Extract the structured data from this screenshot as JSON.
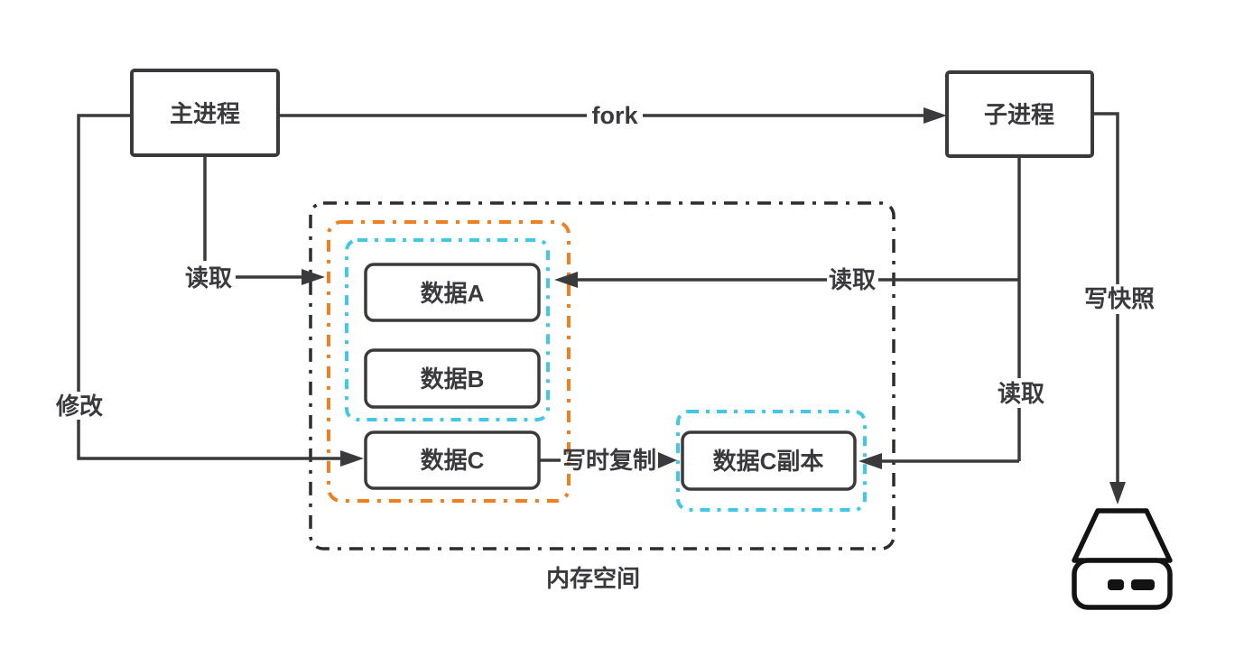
{
  "colors": {
    "line": "#3a3a3c",
    "text": "#3a3a3c",
    "memory_border": "#2c2c2e",
    "parent_region_border": "#f0801f",
    "shared_region_border": "#40c8e8",
    "disk_icon": "#131313",
    "background": "#ffffff"
  },
  "nodes": {
    "main_process": {
      "label": "主进程"
    },
    "child_process": {
      "label": "子进程"
    },
    "data_a": {
      "label": "数据A"
    },
    "data_b": {
      "label": "数据B"
    },
    "data_c": {
      "label": "数据C"
    },
    "data_c_copy": {
      "label": "数据C副本"
    }
  },
  "edges": {
    "fork": {
      "label": "fork"
    },
    "read_main": {
      "label": "读取"
    },
    "modify": {
      "label": "修改"
    },
    "read_child_a": {
      "label": "读取"
    },
    "read_child_copy": {
      "label": "读取"
    },
    "write_snapshot": {
      "label": "写快照"
    },
    "copy_on_write": {
      "label": "写时复制"
    }
  },
  "regions": {
    "memory_space": {
      "label": "内存空间"
    }
  },
  "icons": {
    "disk": "disk-storage-icon"
  }
}
